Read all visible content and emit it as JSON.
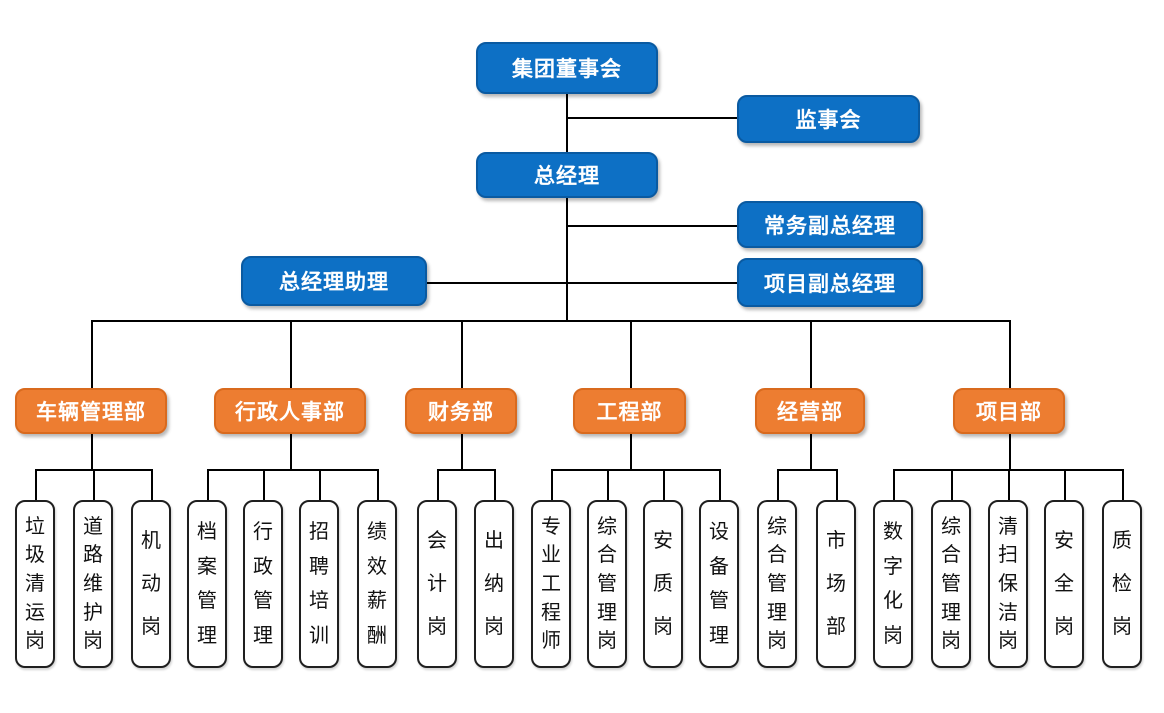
{
  "diagram": {
    "title": "company-organization-chart",
    "colors": {
      "executive_fill": "#0d70c5",
      "executive_border": "#0a5aa1",
      "department_fill": "#ed7d31",
      "department_border": "#d96a1e",
      "position_fill": "#ffffff",
      "position_border": "#1f1f1f",
      "connector_line": "#000000",
      "text_on_color": "#ffffff",
      "text_on_white": "#111111"
    },
    "executives": [
      {
        "id": "board",
        "label": "集团董事会"
      },
      {
        "id": "supervisory-board",
        "label": "监事会"
      },
      {
        "id": "general-manager",
        "label": "总经理"
      },
      {
        "id": "executive-deputy-gm",
        "label": "常务副总经理"
      },
      {
        "id": "gm-assistant",
        "label": "总经理助理"
      },
      {
        "id": "project-deputy-gm",
        "label": "项目副总经理"
      }
    ],
    "departments": [
      {
        "id": "vehicle-management",
        "label": "车辆管理部",
        "positions": [
          "垃圾清运岗",
          "道路维护岗",
          "机动岗"
        ]
      },
      {
        "id": "admin-hr",
        "label": "行政人事部",
        "positions": [
          "档案管理",
          "行政管理",
          "招聘培训",
          "绩效薪酬"
        ]
      },
      {
        "id": "finance",
        "label": "财务部",
        "positions": [
          "会计岗",
          "出纳岗"
        ]
      },
      {
        "id": "engineering",
        "label": "工程部",
        "positions": [
          "专业工程师",
          "综合管理岗",
          "安质岗",
          "设备管理"
        ]
      },
      {
        "id": "operations",
        "label": "经营部",
        "positions": [
          "综合管理岗",
          "市场部"
        ]
      },
      {
        "id": "project",
        "label": "项目部",
        "positions": [
          "数字化岗",
          "综合管理岗",
          "清扫保洁岗",
          "安全岗",
          "质检岗"
        ]
      }
    ]
  }
}
